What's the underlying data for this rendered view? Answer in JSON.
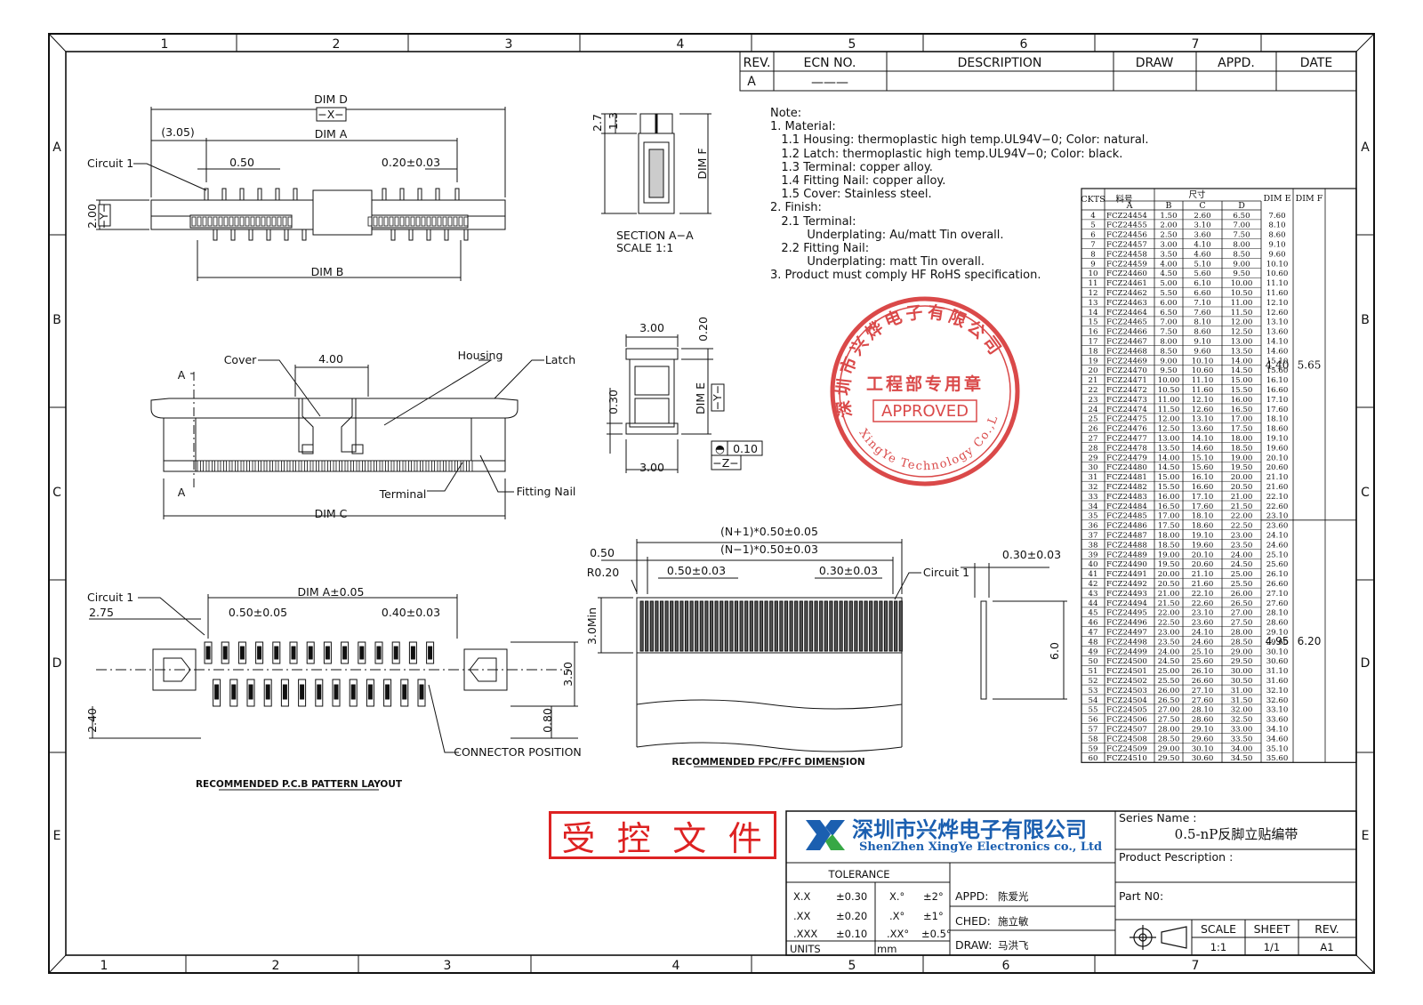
{
  "border": {
    "col_top": [
      "1",
      "2",
      "3",
      "4",
      "5",
      "6",
      "7"
    ],
    "col_bottom": [
      "1",
      "2",
      "3",
      "4",
      "5",
      "6",
      "7"
    ],
    "rows": [
      "A",
      "B",
      "C",
      "D",
      "E"
    ]
  },
  "revision_table": {
    "headers": [
      "REV.",
      "ECN NO.",
      "DESCRIPTION",
      "DRAW",
      "APPD.",
      "DATE"
    ],
    "row": [
      "A",
      "———",
      "",
      "",
      "",
      ""
    ]
  },
  "notes": [
    "Note:",
    "1. Material:",
    "   1.1 Housing: thermoplastic high temp.UL94V−0; Color: natural.",
    "   1.2 Latch: thermoplastic high temp.UL94V−0; Color: black.",
    "   1.3 Terminal: copper alloy.",
    "   1.4 Fitting Nail: copper alloy.",
    "   1.5 Cover: Stainless steel.",
    "2. Finish:",
    "   2.1 Terminal:",
    "          Underplating: Au/matt Tin overall.",
    "   2.2 Fitting Nail:",
    "          Underplating: matt Tin overall.",
    "3. Product must comply HF RoHS specification."
  ],
  "top_view": {
    "dim_d": "DIM D",
    "x_ref": "−X−",
    "dim_a": "DIM A",
    "ref305": "(3.05)",
    "circuit1": "Circuit 1",
    "pitch": "0.50",
    "tol": "0.20±0.03",
    "h200": "2.00",
    "y_ref": "−Y−",
    "dim_b": "DIM B"
  },
  "section": {
    "d27": "2.7",
    "d13": "1.3",
    "dim_f": "DIM F",
    "label1": "SECTION A−A",
    "label2": "SCALE    1:1"
  },
  "front_view": {
    "cover": "Cover",
    "d400": "4.00",
    "housing": "Housing",
    "latch": "Latch",
    "a1": "A",
    "a2": "A",
    "terminal": "Terminal",
    "fitting_nail": "Fitting Nail",
    "dim_c": "DIM C"
  },
  "side_view": {
    "w300a": "3.00",
    "d020": "0.20",
    "d030": "0.30",
    "dim_e": "DIM E",
    "y_ref": "−Y−",
    "w300b": "3.00",
    "flat_tol": "0.10",
    "z_ref": "−Z−"
  },
  "pcb": {
    "circuit1": "Circuit 1",
    "d275": "2.75",
    "dim_a_tol": "DIM A±0.05",
    "p050": "0.50±0.05",
    "p040": "0.40±0.03",
    "d350": "3.50",
    "d240": "2.40",
    "d080": "0.80",
    "conn_pos": "CONNECTOR POSITION",
    "title": "RECOMMENDED P.C.B PATTERN LAYOUT"
  },
  "fpc": {
    "np1": "(N+1)*0.50±0.05",
    "nm1": "(N−1)*0.50±0.03",
    "d050": "0.50",
    "r020": "R0.20",
    "p050": "0.50±0.03",
    "p030": "0.30±0.03",
    "circuit1": "Circuit 1",
    "min30": "3.0Min",
    "thick": "0.30±0.03",
    "len60": "6.0",
    "title": "RECOMMENDED FPC/FFC DIMENSION"
  },
  "stamp": {
    "ring_text": "深圳市兴烨电子有限公司",
    "ring_en": "XingYe Technology Co.,Ltd",
    "center": "工程部专用章",
    "approved": "APPROVED"
  },
  "controlled": [
    "受",
    "控",
    "文",
    "件"
  ],
  "company": {
    "cn": "深圳市兴烨电子有限公司",
    "en": "ShenZhen XingYe Electronics co., Ltd"
  },
  "title_block": {
    "tolerance": "TOLERANCE",
    "tol_rows": [
      [
        "X.X",
        "±0.30",
        "X.°",
        "±2°"
      ],
      [
        ".XX",
        "±0.20",
        ".X°",
        "±1°"
      ],
      [
        ".XXX",
        "±0.10",
        ".XX°",
        "±0.5°"
      ]
    ],
    "units": "UNITS",
    "units_val": "mm",
    "appd": "APPD:",
    "appd_val": "陈爱光",
    "ched": "CHED:",
    "ched_val": "施立敏",
    "draw": "DRAW:",
    "draw_val": "马洪飞",
    "series_label": "Series Name :",
    "series_val": "0.5-nP反脚立贴编带",
    "product_label": "Product Pescription :",
    "part_label": "Part N0:",
    "scale": "SCALE",
    "scale_val": "1:1",
    "sheet": "SHEET",
    "sheet_val": "1/1",
    "rev": "REV.",
    "rev_val": "A1"
  },
  "spec_table": {
    "h_ckts": "CKTS",
    "h_part": "料号",
    "h_size": "尺寸",
    "h_a": "A",
    "h_b": "B",
    "h_c": "C",
    "h_d": "D",
    "h_dime": "DIM E",
    "h_dimf": "DIM F",
    "group1_e": "4.40",
    "group1_f": "5.65",
    "group2_e": "4.95",
    "group2_f": "6.20",
    "rows": [
      [
        "4",
        "FCZ24454",
        "1.50",
        "2.60",
        "6.50",
        "7.60"
      ],
      [
        "5",
        "FCZ24455",
        "2.00",
        "3.10",
        "7.00",
        "8.10"
      ],
      [
        "6",
        "FCZ24456",
        "2.50",
        "3.60",
        "7.50",
        "8.60"
      ],
      [
        "7",
        "FCZ24457",
        "3.00",
        "4.10",
        "8.00",
        "9.10"
      ],
      [
        "8",
        "FCZ24458",
        "3.50",
        "4.60",
        "8.50",
        "9.60"
      ],
      [
        "9",
        "FCZ24459",
        "4.00",
        "5.10",
        "9.00",
        "10.10"
      ],
      [
        "10",
        "FCZ24460",
        "4.50",
        "5.60",
        "9.50",
        "10.60"
      ],
      [
        "11",
        "FCZ24461",
        "5.00",
        "6.10",
        "10.00",
        "11.10"
      ],
      [
        "12",
        "FCZ24462",
        "5.50",
        "6.60",
        "10.50",
        "11.60"
      ],
      [
        "13",
        "FCZ24463",
        "6.00",
        "7.10",
        "11.00",
        "12.10"
      ],
      [
        "14",
        "FCZ24464",
        "6.50",
        "7.60",
        "11.50",
        "12.60"
      ],
      [
        "15",
        "FCZ24465",
        "7.00",
        "8.10",
        "12.00",
        "13.10"
      ],
      [
        "16",
        "FCZ24466",
        "7.50",
        "8.60",
        "12.50",
        "13.60"
      ],
      [
        "17",
        "FCZ24467",
        "8.00",
        "9.10",
        "13.00",
        "14.10"
      ],
      [
        "18",
        "FCZ24468",
        "8.50",
        "9.60",
        "13.50",
        "14.60"
      ],
      [
        "19",
        "FCZ24469",
        "9.00",
        "10.10",
        "14.00",
        "15.10"
      ],
      [
        "20",
        "FCZ24470",
        "9.50",
        "10.60",
        "14.50",
        "15.60"
      ],
      [
        "21",
        "FCZ24471",
        "10.00",
        "11.10",
        "15.00",
        "16.10"
      ],
      [
        "22",
        "FCZ24472",
        "10.50",
        "11.60",
        "15.50",
        "16.60"
      ],
      [
        "23",
        "FCZ24473",
        "11.00",
        "12.10",
        "16.00",
        "17.10"
      ],
      [
        "24",
        "FCZ24474",
        "11.50",
        "12.60",
        "16.50",
        "17.60"
      ],
      [
        "25",
        "FCZ24475",
        "12.00",
        "13.10",
        "17.00",
        "18.10"
      ],
      [
        "26",
        "FCZ24476",
        "12.50",
        "13.60",
        "17.50",
        "18.60"
      ],
      [
        "27",
        "FCZ24477",
        "13.00",
        "14.10",
        "18.00",
        "19.10"
      ],
      [
        "28",
        "FCZ24478",
        "13.50",
        "14.60",
        "18.50",
        "19.60"
      ],
      [
        "29",
        "FCZ24479",
        "14.00",
        "15.10",
        "19.00",
        "20.10"
      ],
      [
        "30",
        "FCZ24480",
        "14.50",
        "15.60",
        "19.50",
        "20.60"
      ],
      [
        "31",
        "FCZ24481",
        "15.00",
        "16.10",
        "20.00",
        "21.10"
      ],
      [
        "32",
        "FCZ24482",
        "15.50",
        "16.60",
        "20.50",
        "21.60"
      ],
      [
        "33",
        "FCZ24483",
        "16.00",
        "17.10",
        "21.00",
        "22.10"
      ],
      [
        "34",
        "FCZ24484",
        "16.50",
        "17.60",
        "21.50",
        "22.60"
      ],
      [
        "35",
        "FCZ24485",
        "17.00",
        "18.10",
        "22.00",
        "23.10"
      ],
      [
        "36",
        "FCZ24486",
        "17.50",
        "18.60",
        "22.50",
        "23.60"
      ],
      [
        "37",
        "FCZ24487",
        "18.00",
        "19.10",
        "23.00",
        "24.10"
      ],
      [
        "38",
        "FCZ24488",
        "18.50",
        "19.60",
        "23.50",
        "24.60"
      ],
      [
        "39",
        "FCZ24489",
        "19.00",
        "20.10",
        "24.00",
        "25.10"
      ],
      [
        "40",
        "FCZ24490",
        "19.50",
        "20.60",
        "24.50",
        "25.60"
      ],
      [
        "41",
        "FCZ24491",
        "20.00",
        "21.10",
        "25.00",
        "26.10"
      ],
      [
        "42",
        "FCZ24492",
        "20.50",
        "21.60",
        "25.50",
        "26.60"
      ],
      [
        "43",
        "FCZ24493",
        "21.00",
        "22.10",
        "26.00",
        "27.10"
      ],
      [
        "44",
        "FCZ24494",
        "21.50",
        "22.60",
        "26.50",
        "27.60"
      ],
      [
        "45",
        "FCZ24495",
        "22.00",
        "23.10",
        "27.00",
        "28.10"
      ],
      [
        "46",
        "FCZ24496",
        "22.50",
        "23.60",
        "27.50",
        "28.60"
      ],
      [
        "47",
        "FCZ24497",
        "23.00",
        "24.10",
        "28.00",
        "29.10"
      ],
      [
        "48",
        "FCZ24498",
        "23.50",
        "24.60",
        "28.50",
        "29.60"
      ],
      [
        "49",
        "FCZ24499",
        "24.00",
        "25.10",
        "29.00",
        "30.10"
      ],
      [
        "50",
        "FCZ24500",
        "24.50",
        "25.60",
        "29.50",
        "30.60"
      ],
      [
        "51",
        "FCZ24501",
        "25.00",
        "26.10",
        "30.00",
        "31.10"
      ],
      [
        "52",
        "FCZ24502",
        "25.50",
        "26.60",
        "30.50",
        "31.60"
      ],
      [
        "53",
        "FCZ24503",
        "26.00",
        "27.10",
        "31.00",
        "32.10"
      ],
      [
        "54",
        "FCZ24504",
        "26.50",
        "27.60",
        "31.50",
        "32.60"
      ],
      [
        "55",
        "FCZ24505",
        "27.00",
        "28.10",
        "32.00",
        "33.10"
      ],
      [
        "56",
        "FCZ24506",
        "27.50",
        "28.60",
        "32.50",
        "33.60"
      ],
      [
        "57",
        "FCZ24507",
        "28.00",
        "29.10",
        "33.00",
        "34.10"
      ],
      [
        "58",
        "FCZ24508",
        "28.50",
        "29.60",
        "33.50",
        "34.60"
      ],
      [
        "59",
        "FCZ24509",
        "29.00",
        "30.10",
        "34.00",
        "35.10"
      ],
      [
        "60",
        "FCZ24510",
        "29.50",
        "30.60",
        "34.50",
        "35.60"
      ]
    ]
  }
}
